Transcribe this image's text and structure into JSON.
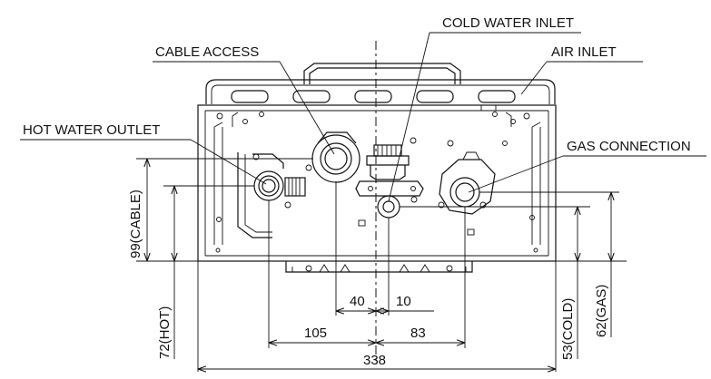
{
  "callouts": {
    "cold_water_inlet": "COLD WATER INLET",
    "cable_access": "CABLE ACCESS",
    "air_inlet": "AIR INLET",
    "hot_water_outlet": "HOT WATER OUTLET",
    "gas_connection": "GAS CONNECTION"
  },
  "dimensions": {
    "cable_height": "99(CABLE)",
    "hot_height": "72(HOT)",
    "cold_height": "53(COLD)",
    "gas_height": "62(GAS)",
    "cable_offset": "40",
    "cold_offset": "10",
    "hot_offset": "105",
    "gas_offset": "83",
    "overall_width": "338"
  }
}
